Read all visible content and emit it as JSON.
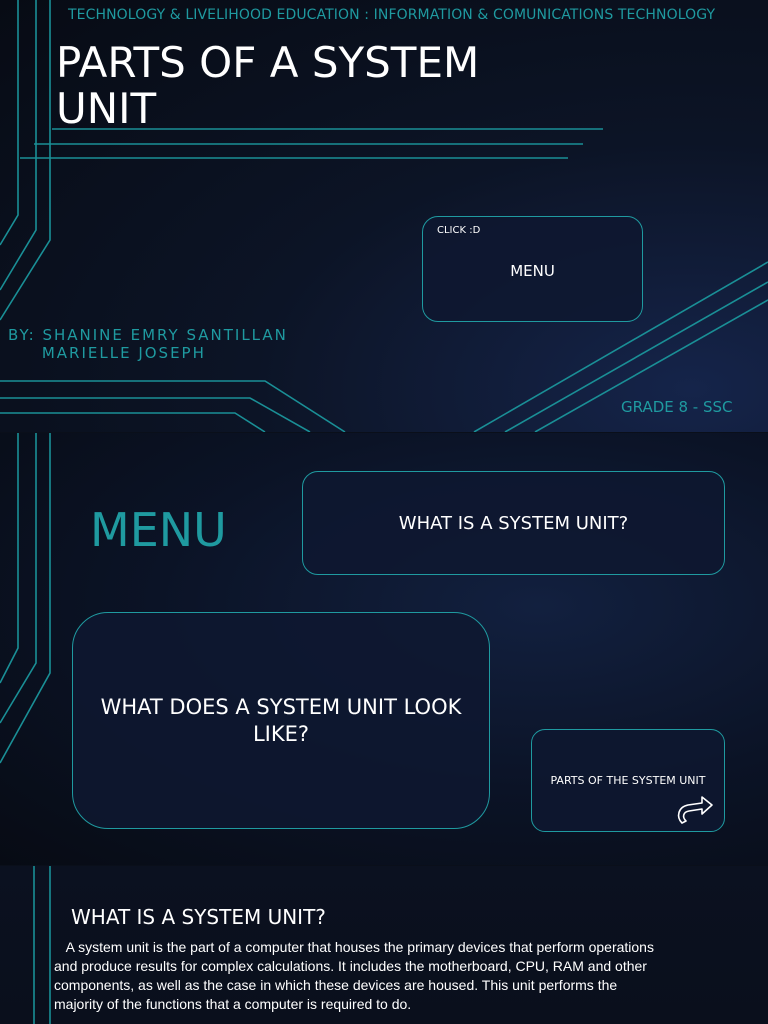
{
  "slide1": {
    "subject": "TECHNOLOGY & LIVELIHOOD EDUCATION : INFORMATION & COMUNICATIONS TECHNOLOGY",
    "title": "PARTS OF A SYSTEM UNIT",
    "menu_button": {
      "note": "CLICK :D",
      "label": "MENU"
    },
    "authors": "BY: SHANINE EMRY SANTILLAN\n     MARIELLE JOSEPH",
    "grade": "GRADE 8 - SSC"
  },
  "slide2": {
    "heading": "MENU",
    "options": [
      "WHAT IS A SYSTEM UNIT?",
      "WHAT DOES A SYSTEM UNIT LOOK LIKE?",
      "PARTS OF THE SYSTEM UNIT"
    ]
  },
  "slide3": {
    "heading": "WHAT IS A SYSTEM UNIT?",
    "body": "A system unit is the part of a computer that houses the primary devices that perform operations and produce results for complex calculations. It includes the motherboard, CPU, RAM and other components, as well as the case in which these devices are housed. This unit performs the majority of the functions that a computer is required to do."
  },
  "colors": {
    "accent": "#1f9aa0",
    "background": "#0c1426",
    "text": "#ffffff"
  }
}
